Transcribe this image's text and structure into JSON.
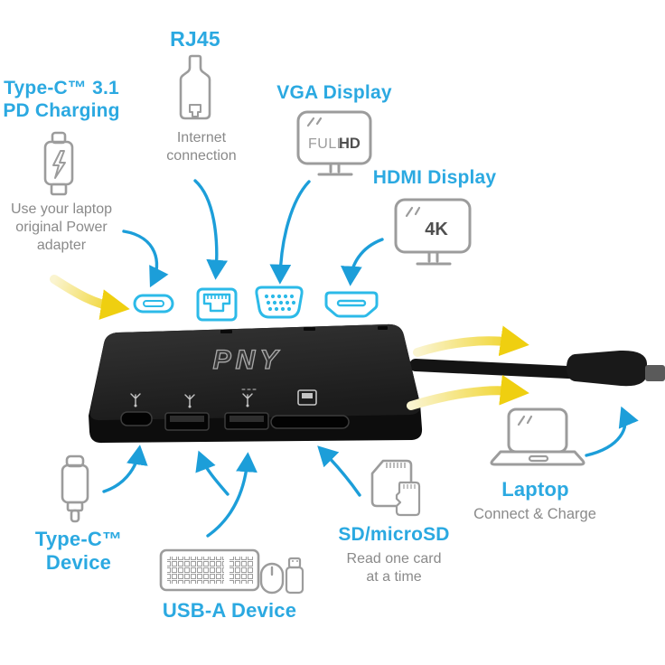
{
  "diagram": {
    "brand_logo": "PNY",
    "callouts": {
      "pd_charging": {
        "label": "Type-C™ 3.1\nPD Charging",
        "note": "Use your laptop\noriginal Power\nadapter"
      },
      "rj45": {
        "label": "RJ45",
        "note": "Internet\nconnection"
      },
      "vga": {
        "label": "VGA Display",
        "screen_light": "FULL",
        "screen_bold": "HD"
      },
      "hdmi": {
        "label": "HDMI Display",
        "screen": "4K"
      },
      "laptop": {
        "label": "Laptop",
        "note": "Connect & Charge"
      },
      "typec_device": {
        "label": "Type-C™ Device"
      },
      "usba_device": {
        "label": "USB-A Device"
      },
      "sd": {
        "label": "SD/microSD",
        "note": "Read one card\nat a time"
      }
    },
    "colors": {
      "label_blue": "#2BA9E1",
      "note_gray": "#8A8A8A",
      "arrow_blue": "#1C9ED9",
      "port_cyan": "#2CBAE8",
      "arrow_yellow": "#EFCF10",
      "icon_gray": "#9C9C9C",
      "hub_black": "#1A1A1A"
    }
  }
}
